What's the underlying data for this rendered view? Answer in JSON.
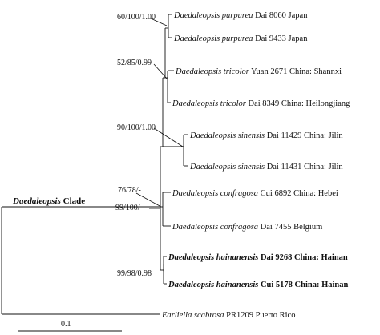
{
  "taxa": [
    {
      "genus": "Daedaleopsis",
      "species": "purpurea",
      "rest": " Dai 8060 Japan",
      "bold": false
    },
    {
      "genus": "Daedaleopsis",
      "species": "purpurea",
      "rest": " Dai 9433 Japan",
      "bold": false
    },
    {
      "genus": "Daedaleopsis",
      "species": "tricolor",
      "rest": " Yuan 2671 China: Shannxi",
      "bold": false
    },
    {
      "genus": "Daedaleopsis",
      "species": "tricolor",
      "rest": " Dai 8349 China: Heilongjiang",
      "bold": false
    },
    {
      "genus": "Daedaleopsis",
      "species": "sinensis",
      "rest": " Dai 11429 China: Jilin",
      "bold": false
    },
    {
      "genus": "Daedaleopsis",
      "species": "sinensis",
      "rest": " Dai 11431 China: Jilin",
      "bold": false
    },
    {
      "genus": "Daedaleopsis",
      "species": "confragosa",
      "rest": " Cui 6892 China: Hebei",
      "bold": false
    },
    {
      "genus": "Daedaleopsis",
      "species": "confragosa",
      "rest": " Dai 7455 Belgium",
      "bold": false
    },
    {
      "genus": "Daedaleopsis",
      "species": "hainanensis",
      "rest": " Dai 9268 China: Hainan",
      "bold": true
    },
    {
      "genus": "Daedaleopsis",
      "species": "hainanensis",
      "rest": " Cui 5178 China: Hainan",
      "bold": true
    },
    {
      "genus": "Earliella",
      "species": "scabrosa",
      "rest": " PR1209 Puerto Rico",
      "bold": false
    }
  ],
  "supports": {
    "purpurea": "60/100/1.00",
    "tricolor": "52/85/0.99",
    "sinensis": "90/100/1.00",
    "confragosa": "76/78/-",
    "clade_node": "99/100/-",
    "hainanensis": "99/98/0.98"
  },
  "clade_label": {
    "genus": "Daedaleopsis",
    "word": " Clade"
  },
  "scale_bar": {
    "label": "0.1"
  }
}
